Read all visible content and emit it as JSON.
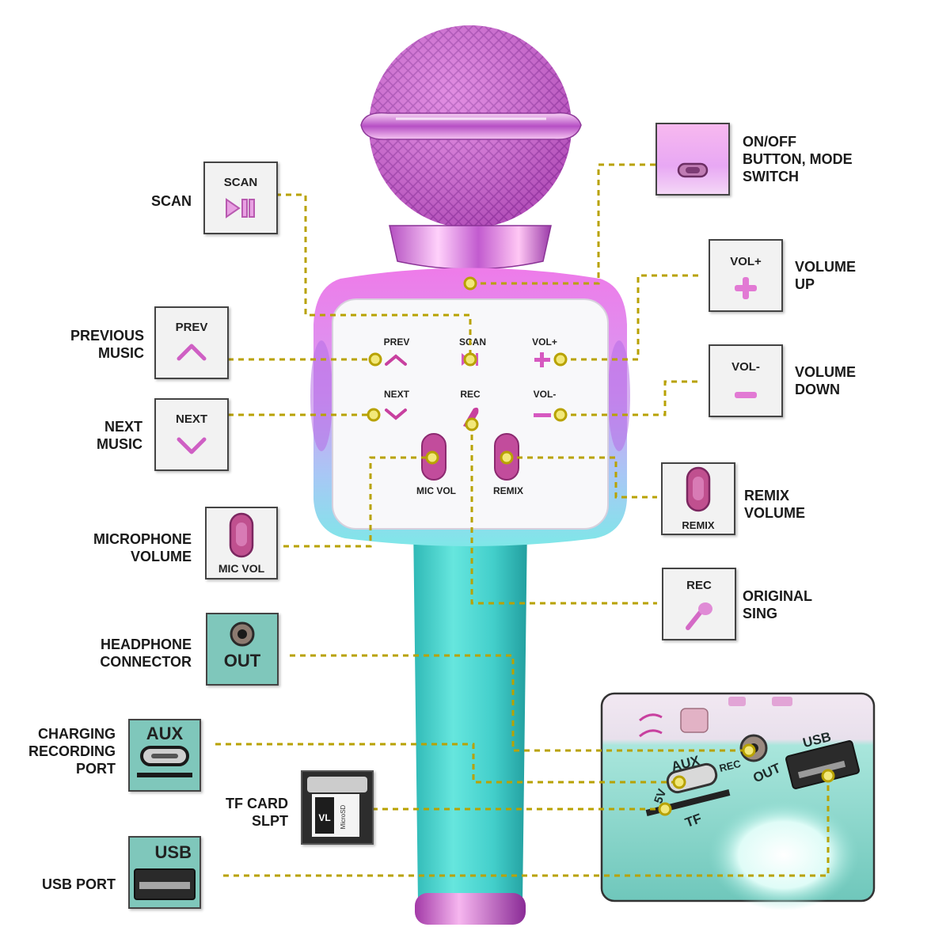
{
  "labels": {
    "scan": "SCAN",
    "previous_music": "PREVIOUS\nMUSIC",
    "next_music": "NEXT\nMUSIC",
    "microphone_volume": "MICROPHONE\nVOLUME",
    "headphone_connector": "HEADPHONE\nCONNECTOR",
    "charging_recording_port": "CHARGING\nRECORDING\nPORT",
    "tf_card_slot": "TF CARD\nSLPT",
    "usb_port": "USB PORT",
    "on_off": "ON/OFF\nBUTTON, MODE\nSWITCH",
    "volume_up": "VOLUME\nUP",
    "volume_down": "VOLUME\nDOWN",
    "remix_volume": "REMIX\nVOLUME",
    "original_sing": "ORIGINAL\nSING"
  },
  "tiles": {
    "scan": "SCAN",
    "prev": "PREV",
    "next": "NEXT",
    "mic_vol": "MIC VOL",
    "out": "OUT",
    "aux": "AUX",
    "usb": "USB",
    "vol_up": "VOL+",
    "vol_down": "VOL-",
    "remix": "REMIX",
    "rec": "REC"
  },
  "sd_card": {
    "brand": "VL",
    "text": "MicroSD"
  },
  "face": {
    "prev": "PREV",
    "scan": "SCAN",
    "vol_up": "VOL+",
    "next": "NEXT",
    "rec": "REC",
    "vol_down": "VOL-",
    "mic_vol": "MIC VOL",
    "remix": "REMIX"
  },
  "inset": {
    "usb": "USB",
    "out": "OUT",
    "rec": "REC",
    "aux": "AUX",
    "five_v": "5V",
    "tf": "TF"
  },
  "colors": {
    "leader_line": "#b8a200",
    "marker_fill": "#f2e87a",
    "head_pink": "#d66be0",
    "handle_teal": "#52d6d0",
    "tile_border": "#444444"
  }
}
